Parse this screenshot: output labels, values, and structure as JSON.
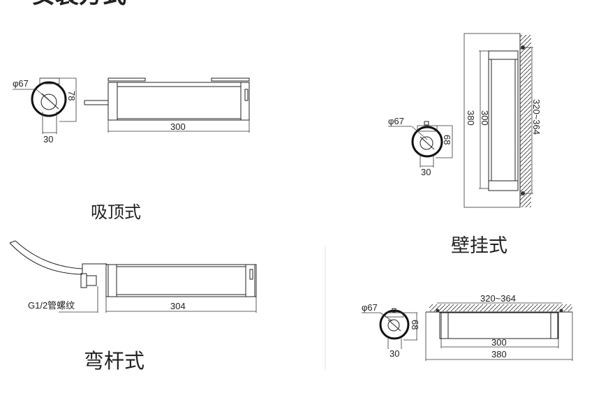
{
  "title": "安装方式",
  "ceiling_mount": {
    "label": "吸顶式",
    "diameter": "φ67",
    "height": "78",
    "base_width": "30",
    "length": "300"
  },
  "wall_mount": {
    "label": "壁挂式",
    "diameter": "φ67",
    "height": "68",
    "base_width": "30",
    "overall": "380",
    "length": "300",
    "spacing": "320~364"
  },
  "bracket_mount": {
    "label": "弯杆式",
    "thread": "G1/2管螺纹",
    "length": "304"
  },
  "flat_mount": {
    "diameter": "φ67",
    "height": "68",
    "base_width": "30",
    "spacing": "320~364",
    "length": "300",
    "overall": "380"
  }
}
